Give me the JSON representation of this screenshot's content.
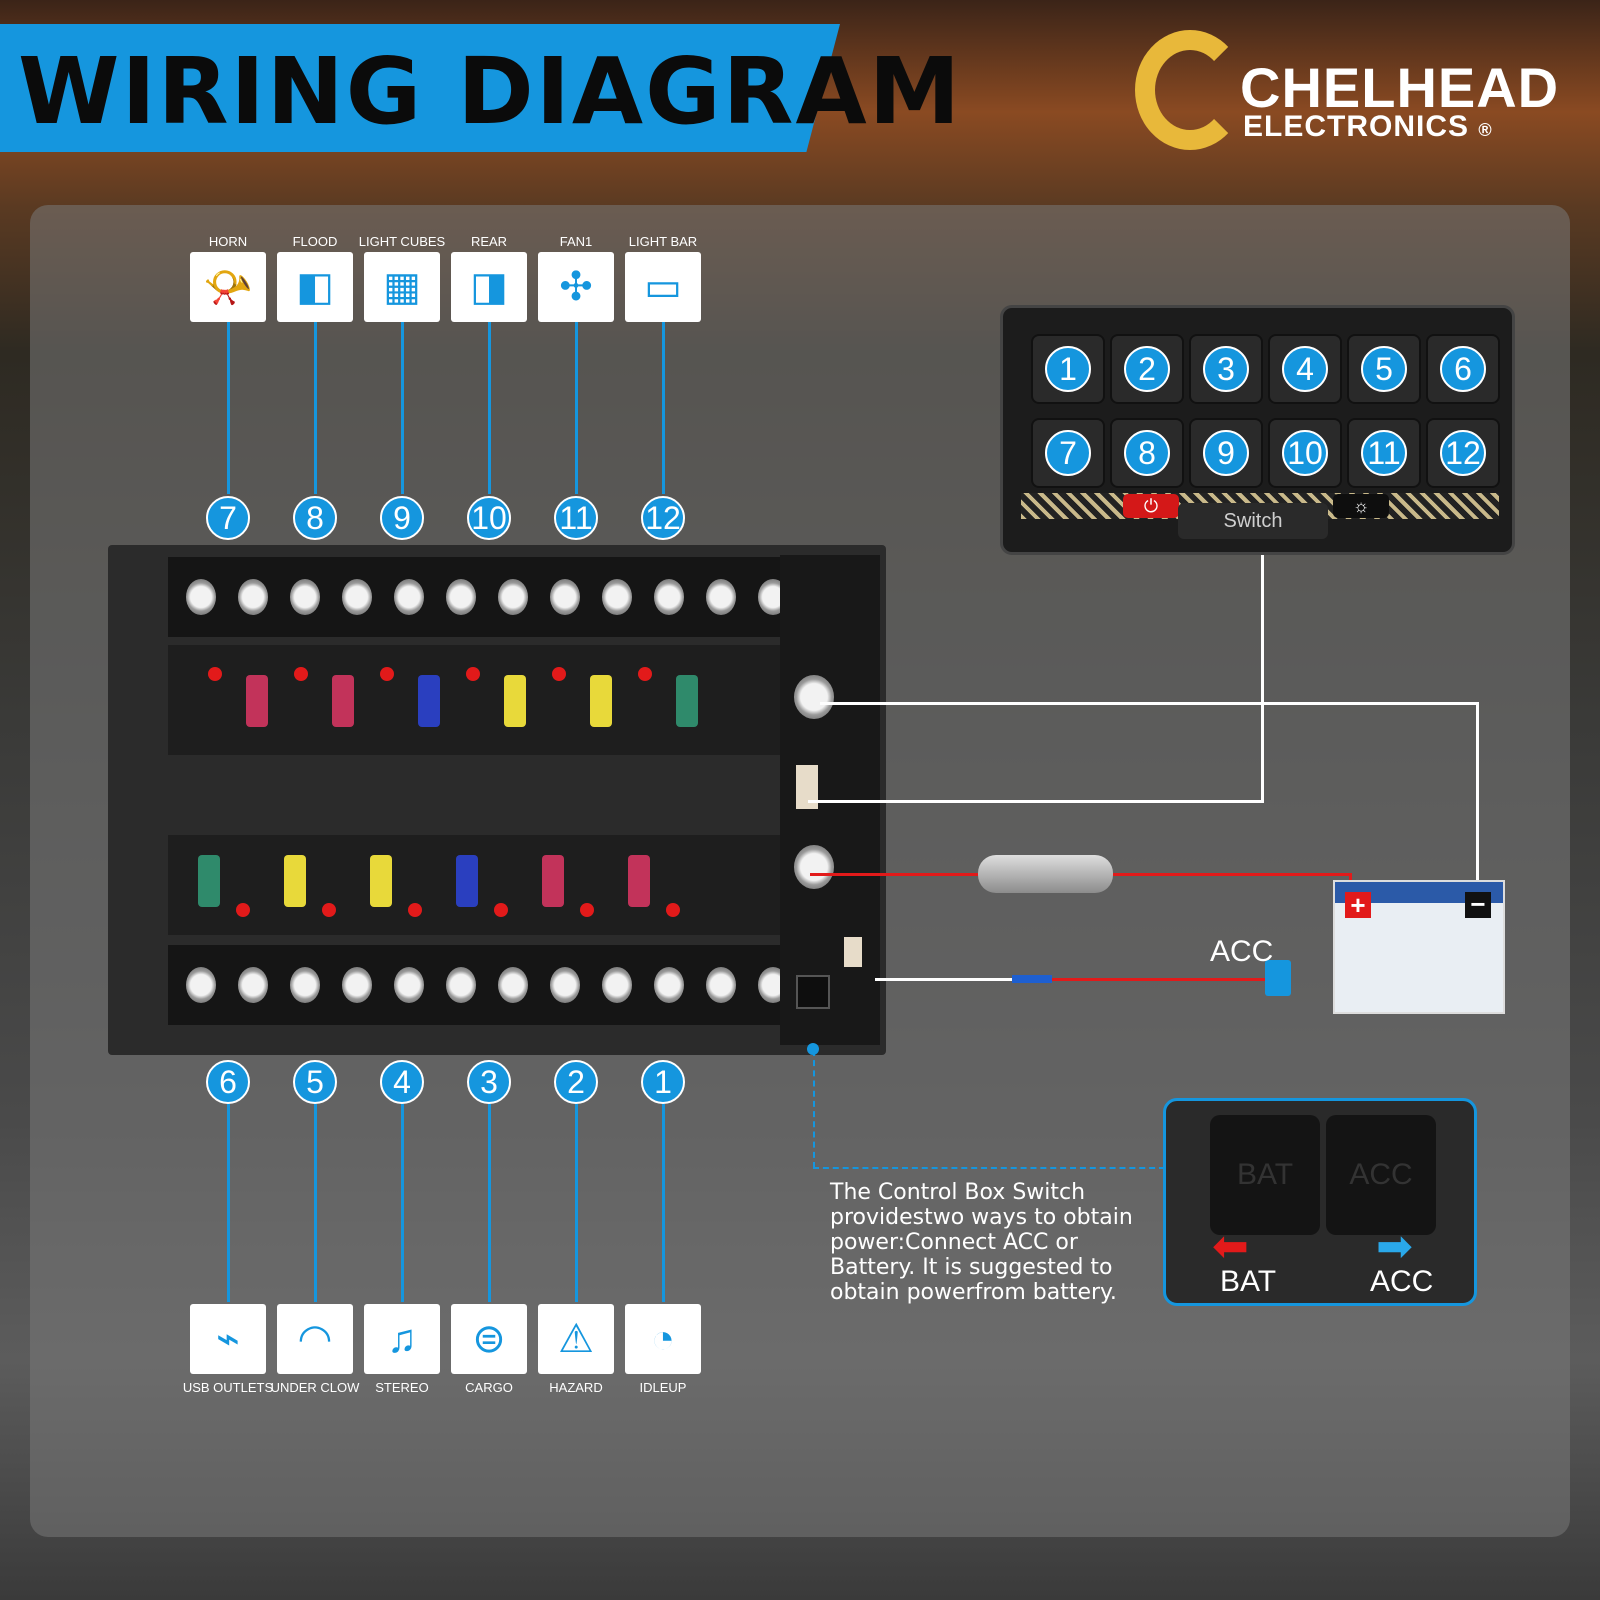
{
  "title": "WIRING DIAGRAM",
  "brand": {
    "name": "CHELHEAD",
    "sub": "ELECTRONICS",
    "reg": "®"
  },
  "top_circuits": [
    {
      "num": "7",
      "label": "HORN",
      "icon": "horn-icon"
    },
    {
      "num": "8",
      "label": "FLOOD",
      "icon": "flood-light-icon"
    },
    {
      "num": "9",
      "label": "LIGHT CUBES",
      "icon": "light-cubes-icon"
    },
    {
      "num": "10",
      "label": "REAR",
      "icon": "rear-light-icon"
    },
    {
      "num": "11",
      "label": "FAN1",
      "icon": "fan-icon"
    },
    {
      "num": "12",
      "label": "LIGHT BAR",
      "icon": "light-bar-icon"
    }
  ],
  "bottom_circuits": [
    {
      "num": "6",
      "label": "USB OUTLETS",
      "icon": "usb-outlet-icon"
    },
    {
      "num": "5",
      "label": "UNDER CLOW",
      "icon": "under-glow-icon"
    },
    {
      "num": "4",
      "label": "STEREO",
      "icon": "music-note-icon"
    },
    {
      "num": "3",
      "label": "CARGO",
      "icon": "cargo-light-icon"
    },
    {
      "num": "2",
      "label": "HAZARD",
      "icon": "hazard-icon"
    },
    {
      "num": "1",
      "label": "IDLEUP",
      "icon": "gauge-icon"
    }
  ],
  "switch_panel": {
    "buttons": [
      "1",
      "2",
      "3",
      "4",
      "5",
      "6",
      "7",
      "8",
      "9",
      "10",
      "11",
      "12"
    ],
    "switch_label": "Switch",
    "power_icon": "power-icon",
    "brightness_icon": "brightness-icon"
  },
  "acc_label": "ACC",
  "note": "The Control Box Switch providestwo ways to obtain power:Connect ACC or Battery. It is suggested to obtain powerfrom battery.",
  "selector": {
    "bat": "BAT",
    "acc": "ACC",
    "knob_bat": "BAT",
    "knob_acc": "ACC"
  },
  "colors": {
    "accent": "#1596de",
    "wire_red": "#e21a1a",
    "logo_gold": "#e8b83a"
  }
}
